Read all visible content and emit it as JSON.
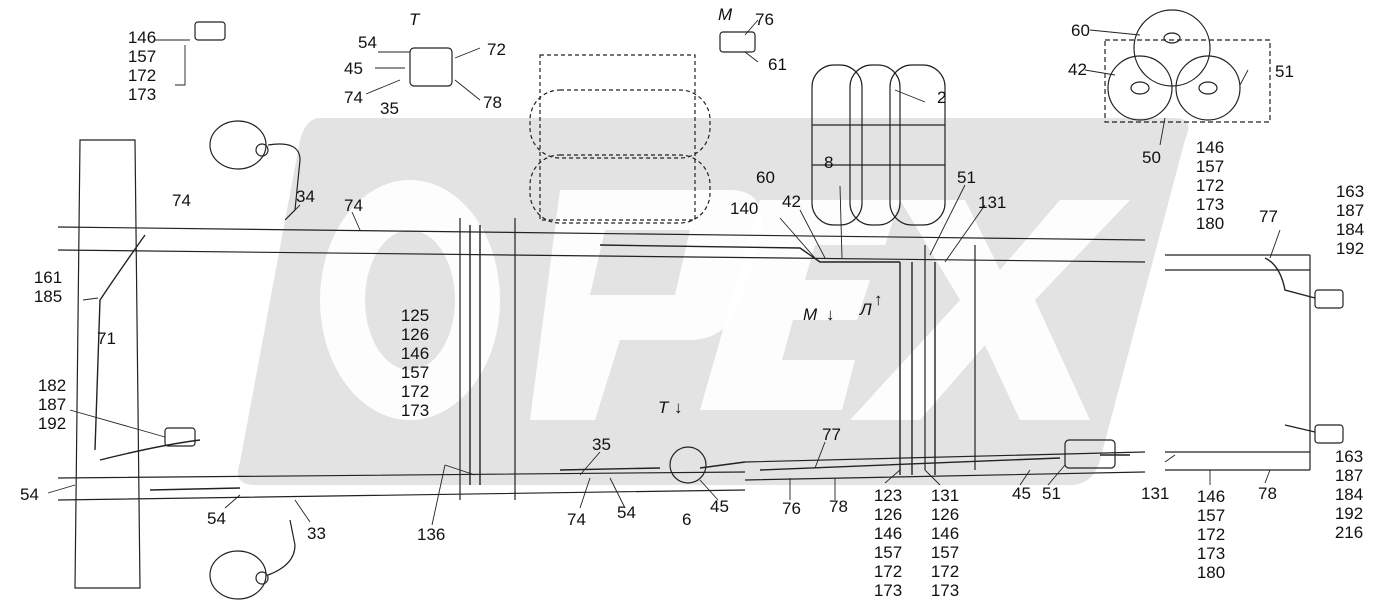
{
  "watermark": "OPEX",
  "views": {
    "T": "Т",
    "M": "М",
    "M_arrow": "М",
    "L_arrow": "Л",
    "T_arrow": "Т"
  },
  "callouts": {
    "c146_top": [
      "146",
      "157",
      "172",
      "173"
    ],
    "c54": "54",
    "c45": "45",
    "c74_top": "74",
    "c35_top": "35",
    "c72": "72",
    "c78_top": "78",
    "c76_top": "76",
    "c61": "61",
    "c2": "2",
    "c60_right": "60",
    "c42_right": "42",
    "c51_right": "51",
    "c50": "50",
    "c146_right": [
      "146",
      "157",
      "172",
      "173",
      "180"
    ],
    "c163_top": [
      "163",
      "187",
      "184",
      "192"
    ],
    "c77_right": "77",
    "c74_a": "74",
    "c34": "34",
    "c74_b": "74",
    "c161": [
      "161",
      "185"
    ],
    "c71": "71",
    "c182": [
      "182",
      "187",
      "192"
    ],
    "c54_left": "54",
    "c54_b": "54",
    "c33": "33",
    "c125": [
      "125",
      "126",
      "146",
      "157",
      "172",
      "173"
    ],
    "c136": "136",
    "c140": "140",
    "c60_mid": "60",
    "c42_mid": "42",
    "c8": "8",
    "c51_mid": "51",
    "c131_top": "131",
    "c35_bot": "35",
    "c74_bot": "74",
    "c54_bot": "54",
    "c6": "6",
    "c45_bot": "45",
    "c77_mid": "77",
    "c76_bot": "76",
    "c78_bot": "78",
    "c123": [
      "123",
      "126",
      "146",
      "157",
      "172",
      "173"
    ],
    "c131_bot": [
      "131",
      "126",
      "146",
      "157",
      "172",
      "173"
    ],
    "c45_right": "45",
    "c51_bot": "51",
    "c131_right": "131",
    "c146_bot": [
      "146",
      "157",
      "172",
      "173",
      "180"
    ],
    "c78_right": "78",
    "c163_bot": [
      "163",
      "187",
      "184",
      "192",
      "216"
    ]
  }
}
